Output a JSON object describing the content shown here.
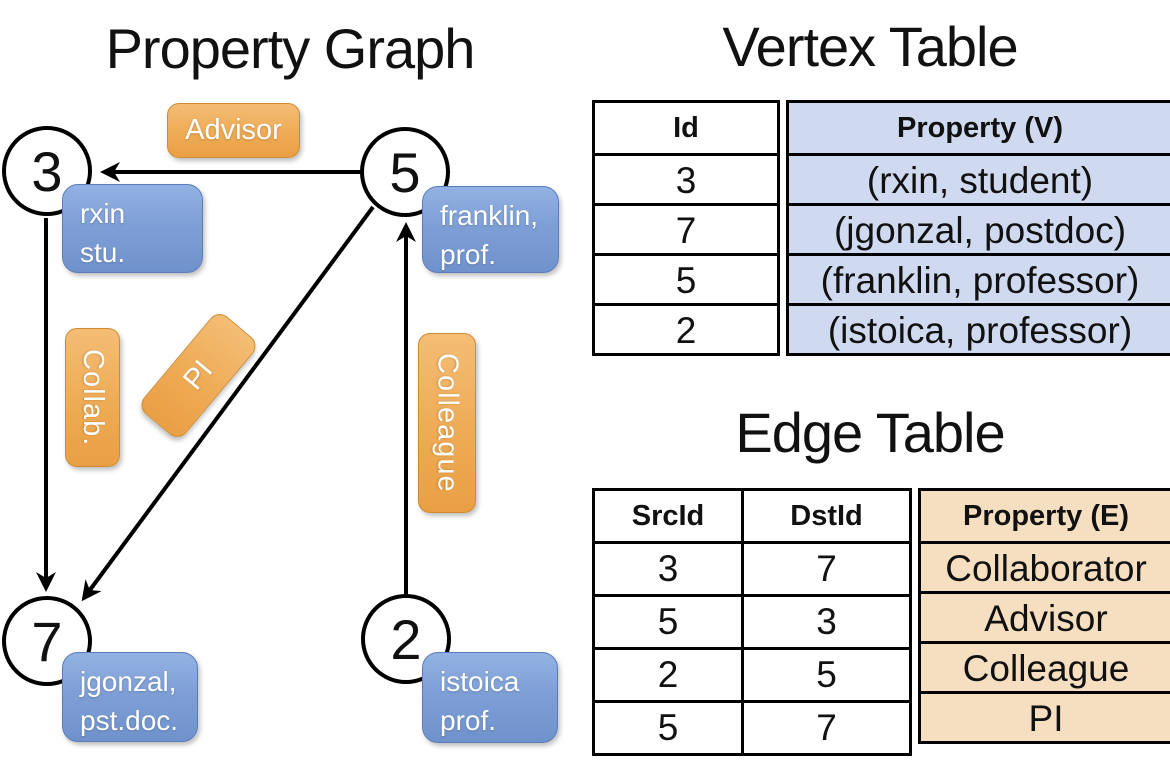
{
  "graph": {
    "title": "Property Graph",
    "nodes": [
      {
        "id": "3",
        "label_line1": "rxin",
        "label_line2": "stu."
      },
      {
        "id": "5",
        "label_line1": "franklin,",
        "label_line2": "prof."
      },
      {
        "id": "7",
        "label_line1": "jgonzal,",
        "label_line2": "pst.doc."
      },
      {
        "id": "2",
        "label_line1": "istoica",
        "label_line2": "prof."
      }
    ],
    "edge_labels": {
      "advisor": "Advisor",
      "collab": "Collab.",
      "pi": "PI",
      "colleague": "Colleague"
    }
  },
  "vertex_table": {
    "title": "Vertex Table",
    "headers": {
      "id": "Id",
      "property": "Property (V)"
    },
    "rows": [
      {
        "id": "3",
        "property": "(rxin, student)"
      },
      {
        "id": "7",
        "property": "(jgonzal, postdoc)"
      },
      {
        "id": "5",
        "property": "(franklin, professor)"
      },
      {
        "id": "2",
        "property": "(istoica, professor)"
      }
    ]
  },
  "edge_table": {
    "title": "Edge Table",
    "headers": {
      "src": "SrcId",
      "dst": "DstId",
      "property": "Property (E)"
    },
    "rows": [
      {
        "src": "3",
        "dst": "7",
        "property": "Collaborator"
      },
      {
        "src": "5",
        "dst": "3",
        "property": "Advisor"
      },
      {
        "src": "2",
        "dst": "5",
        "property": "Colleague"
      },
      {
        "src": "5",
        "dst": "7",
        "property": "PI"
      }
    ]
  },
  "colors": {
    "vertex_box": "#7e9fd6",
    "edge_box": "#eeab55",
    "vertex_cell_bg": "#cfdaf0",
    "edge_cell_bg": "#f6dfc1",
    "line": "#000000"
  }
}
